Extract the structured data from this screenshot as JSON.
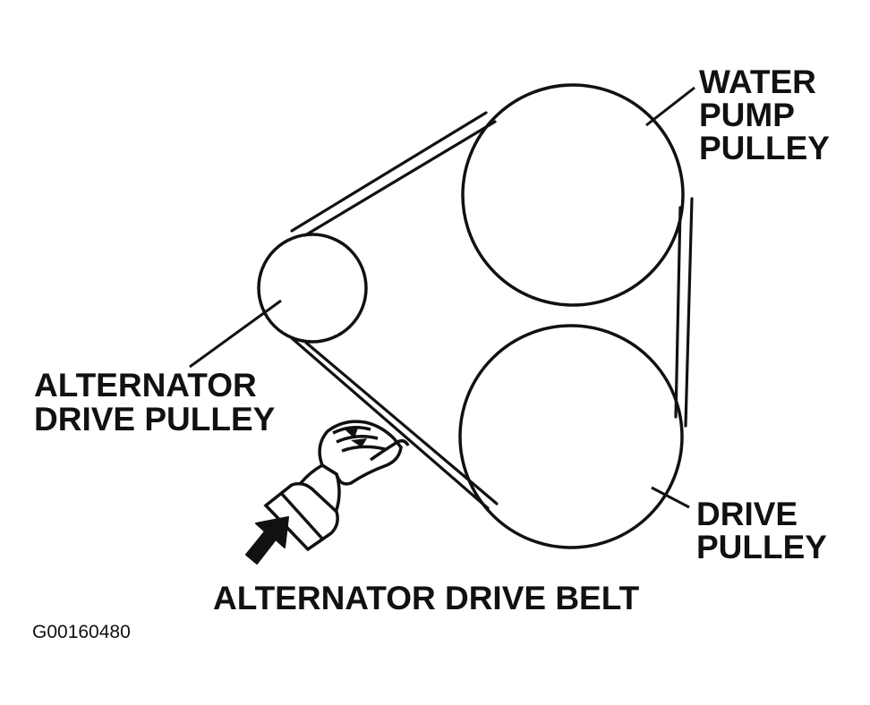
{
  "diagram": {
    "labels": {
      "water_pump_pulley": [
        "WATER",
        "PUMP",
        "PULLEY"
      ],
      "alternator_drive_pulley": [
        "ALTERNATOR",
        "DRIVE PULLEY"
      ],
      "drive_pulley": [
        "DRIVE",
        "PULLEY"
      ],
      "alternator_drive_belt": "ALTERNATOR DRIVE BELT"
    },
    "figure_code": "G00160480",
    "colors": {
      "ink": "#111111",
      "background": "#ffffff"
    }
  }
}
